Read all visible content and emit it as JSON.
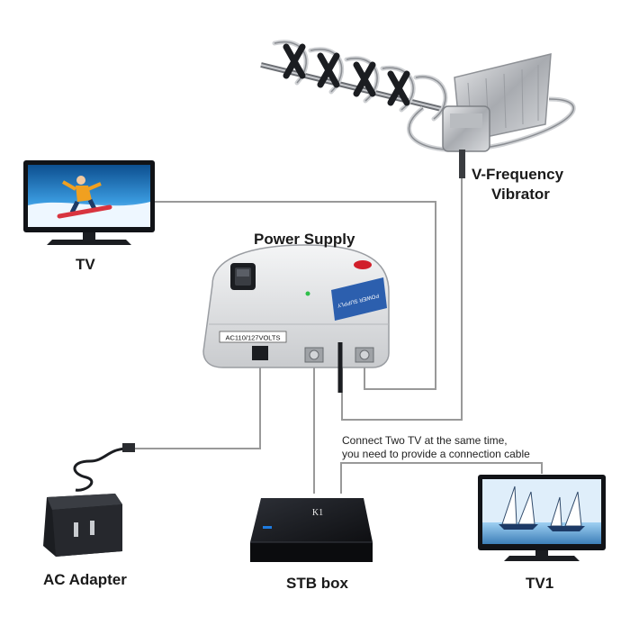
{
  "labels": {
    "tv": "TV",
    "power_supply": "Power Supply",
    "v_frequency": "V-Frequency",
    "vibrator": "Vibrator",
    "ac_adapter": "AC Adapter",
    "stb_box": "STB box",
    "tv1": "TV1"
  },
  "device_text": {
    "voltage": "AC110/127VOLTS",
    "power_supply_sticker": "POWER SUPPLY",
    "stb_logo": "K1"
  },
  "note": {
    "line1": "Connect Two TV at the same time,",
    "line2": "you need to provide a connection cable"
  },
  "colors": {
    "cable": "#999999",
    "device_white": "#e4e5e7",
    "device_dark": "#1b1d21",
    "screen_blue": "#2f86c8",
    "power_button": "#d11f2a",
    "sticker_blue": "#2c5fae"
  }
}
